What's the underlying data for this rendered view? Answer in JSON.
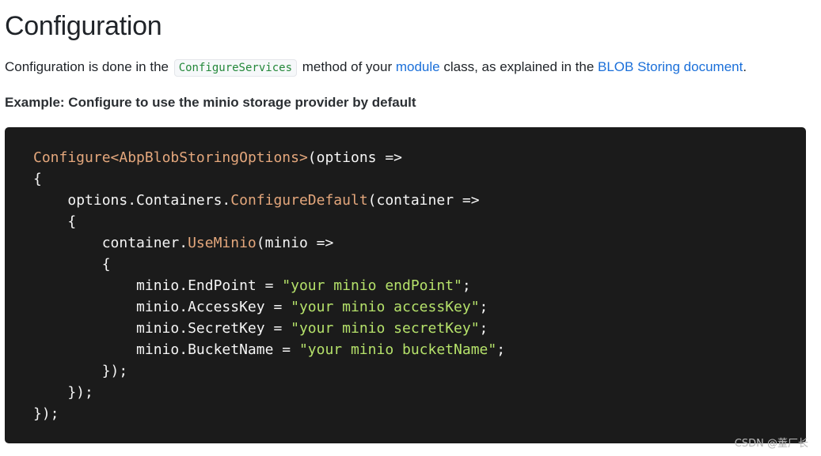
{
  "heading": "Configuration",
  "intro": {
    "text_before_code": "Configuration is done in the ",
    "inline_code": "ConfigureServices",
    "text_after_code": " method of your ",
    "module_link": "module",
    "text_middle": " class, as explained in the ",
    "blob_link": "BLOB Storing document",
    "text_end": "."
  },
  "example_title": "Example: Configure to use the minio storage provider by default",
  "code": {
    "line1": {
      "fn1": "Configure",
      "fn2": "<AbpBlobStoringOptions>",
      "rest": "(options =>"
    },
    "line2": "{",
    "line3": {
      "indent": "    ",
      "pre": "options.Containers.",
      "fn": "ConfigureDefault",
      "rest": "(container =>"
    },
    "line4": "    {",
    "line5": {
      "indent": "        ",
      "pre": "container.",
      "fn": "UseMinio",
      "rest": "(minio =>"
    },
    "line6": "        {",
    "line7": {
      "indent": "            ",
      "pre": "minio.EndPoint = ",
      "str": "\"your minio endPoint\"",
      "end": ";"
    },
    "line8": {
      "indent": "            ",
      "pre": "minio.AccessKey = ",
      "str": "\"your minio accessKey\"",
      "end": ";"
    },
    "line9": {
      "indent": "            ",
      "pre": "minio.SecretKey = ",
      "str": "\"your minio secretKey\"",
      "end": ";"
    },
    "line10": {
      "indent": "            ",
      "pre": "minio.BucketName = ",
      "str": "\"your minio bucketName\"",
      "end": ";"
    },
    "line11": "        });",
    "line12": "    });",
    "line13": "});"
  },
  "watermark": "CSDN @董厂长"
}
